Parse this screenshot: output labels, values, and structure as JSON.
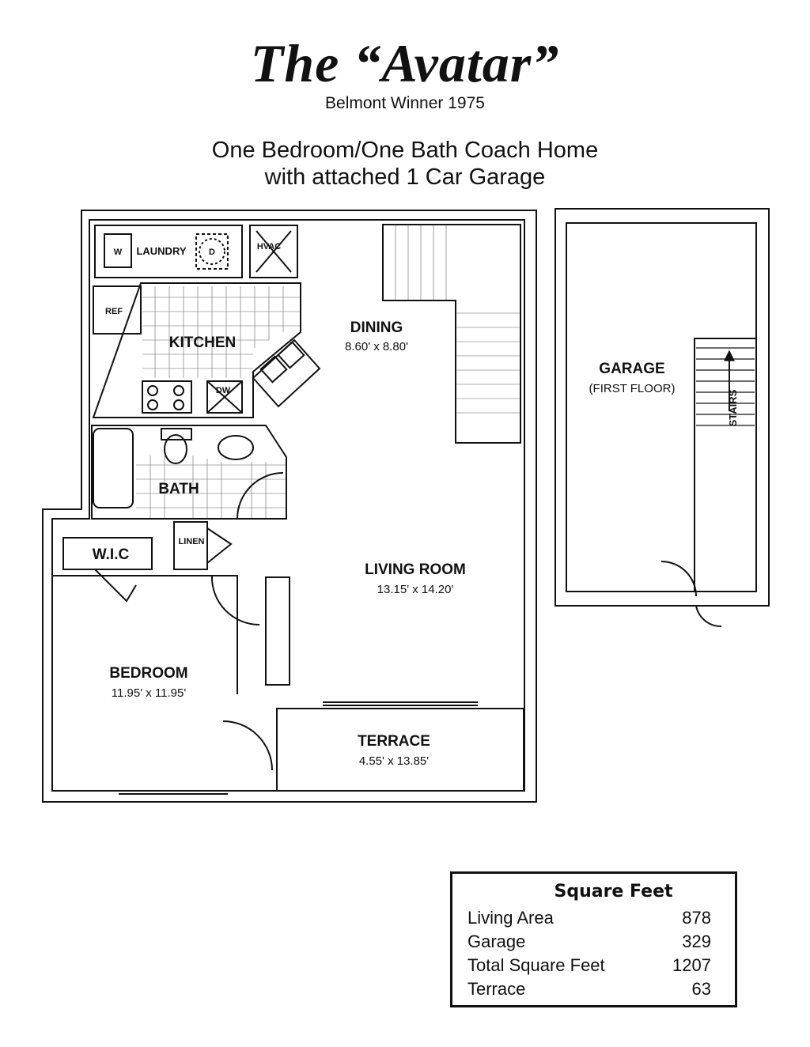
{
  "title": "The “Avatar”",
  "subtitle": "Belmont Winner 1975",
  "headline": [
    "One Bedroom/One Bath Coach Home",
    "with attached 1 Car Garage"
  ],
  "rooms": {
    "dining": {
      "name": "DINING",
      "dims": "8.60' x 8.80'"
    },
    "living": {
      "name": "LIVING ROOM",
      "dims": "13.15' x 14.20'"
    },
    "bedroom": {
      "name": "BEDROOM",
      "dims": "11.95' x 11.95'"
    },
    "terrace": {
      "name": "TERRACE",
      "dims": "4.55' x 13.85'"
    },
    "kitchen": {
      "name": "KITCHEN"
    },
    "bath": {
      "name": "BATH"
    },
    "wic": {
      "name": "W.I.C"
    },
    "linen": {
      "name": "LINEN"
    },
    "laundry": {
      "name": "LAUNDRY"
    },
    "hvac": {
      "name": "HVAC"
    },
    "ref": {
      "name": "REF"
    },
    "dw": {
      "name": "DW"
    },
    "washer": {
      "name": "W"
    },
    "dryer": {
      "name": "D"
    },
    "garage": {
      "name": "GARAGE",
      "note": "(FIRST FLOOR)"
    },
    "stairs": {
      "name": "STAIRS"
    }
  },
  "square_feet": {
    "title": "Square Feet",
    "rows": [
      {
        "label": "Living Area",
        "value": "878"
      },
      {
        "label": "Garage",
        "value": "329"
      },
      {
        "label": "Total Square Feet",
        "value": "1207"
      },
      {
        "label": "Terrace",
        "value": "63"
      }
    ]
  }
}
